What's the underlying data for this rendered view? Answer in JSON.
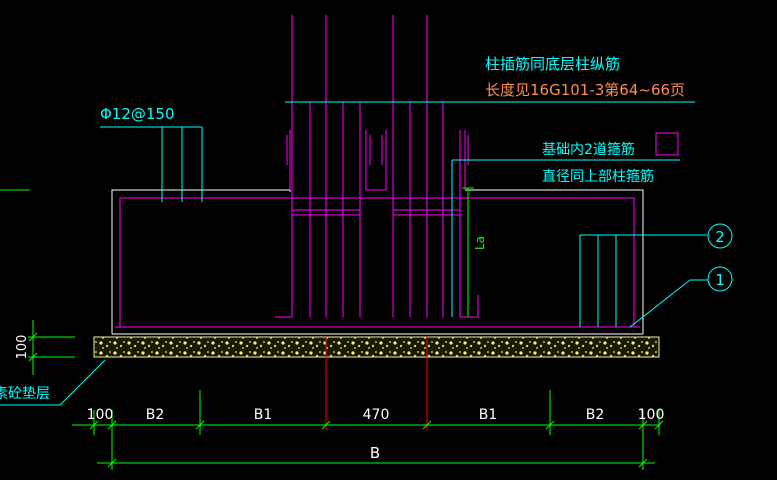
{
  "colors": {
    "background": "#000000",
    "outline": "#ffffff",
    "rebar": "#ff00ff",
    "leader": "#00ffff",
    "dimension": "#00ff00",
    "axis": "#ff0000",
    "cushion": "#f2f0a0",
    "note_orange": "#ff8c4a"
  },
  "labels": {
    "note_line1": "柱插筋同底层柱纵筋",
    "note_line2": "长度见16G101-3第64~66页",
    "stirrup_note_line1": "基础内2道箍筋",
    "stirrup_note_line2": "直径同上部柱箍筋",
    "top_rebar": "Φ12@150",
    "anchor_la": "La",
    "callout_2": "2",
    "callout_1": "1",
    "cushion_thickness": "100",
    "cushion_layer": "素砼垫层"
  },
  "dimensions": {
    "row1": [
      "100",
      "B2",
      "B1",
      "470",
      "B1",
      "B2",
      "100"
    ],
    "total": "B"
  }
}
